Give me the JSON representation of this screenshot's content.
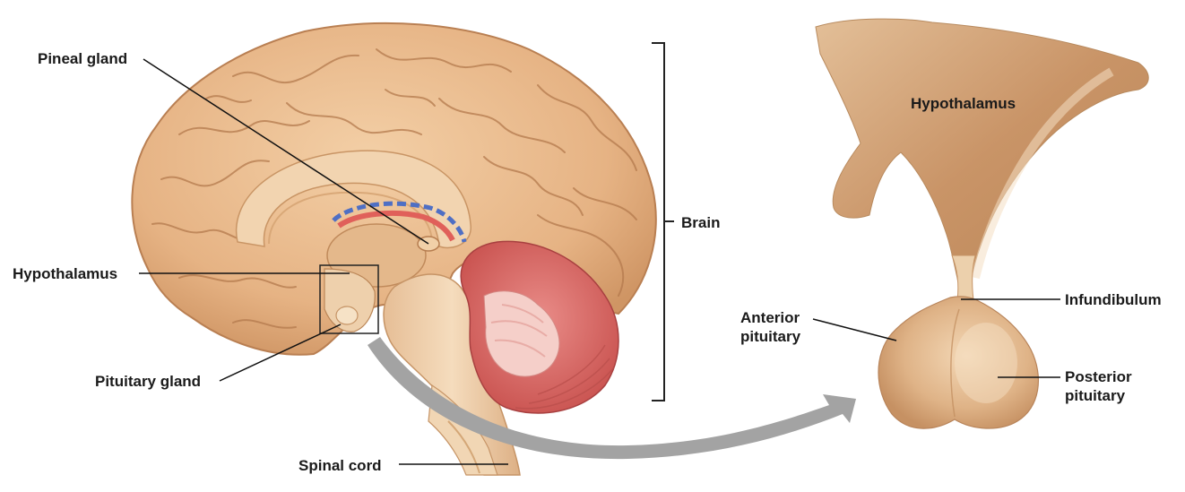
{
  "labels": {
    "pineal_gland": "Pineal gland",
    "hypothalamus_left": "Hypothalamus",
    "pituitary_gland": "Pituitary gland",
    "spinal_cord": "Spinal cord",
    "brain": "Brain",
    "hypothalamus_right": "Hypothalamus",
    "infundibulum": "Infundibulum",
    "anterior_pituitary_line1": "Anterior",
    "anterior_pituitary_line2": "pituitary",
    "posterior_pituitary_line1": "Posterior",
    "posterior_pituitary_line2": "pituitary"
  },
  "colors": {
    "brain_tissue": "#e8b98c",
    "brain_shadow": "#c98f61",
    "brain_deep": "#b37650",
    "cerebellum": "#d9696a",
    "cerebellum_light": "#f2c4c0",
    "stem": "#eecda8",
    "pituitary": "#e2b98d",
    "arrow": "#a3a3a3",
    "leader_line": "#111111",
    "ventricle_blue": "#4f6fc4",
    "choroid_red": "#e0605a"
  }
}
